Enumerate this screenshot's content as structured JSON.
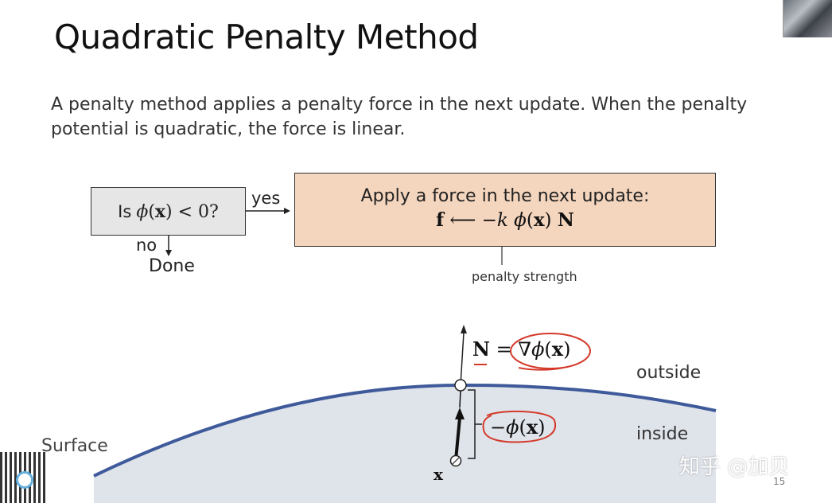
{
  "slide": {
    "title": "Quadratic Penalty Method",
    "intro_line1": "A penalty method applies a penalty force in the next update.  When the penalty",
    "intro_line2": "potential is quadratic, the force is linear.",
    "page_number": "15"
  },
  "flow": {
    "check_prefix": "Is ",
    "check_phi": "ϕ",
    "check_paren_open": "(",
    "check_x": "x",
    "check_rest": ") < 0?",
    "yes_label": "yes",
    "no_label": "no",
    "done_label": "Done",
    "action_title": "Apply a force in the next update:",
    "formula_f": "f",
    "formula_arrow": " ⟵ −",
    "formula_k": "k",
    "formula_phi": " ϕ",
    "formula_paren_open": "(",
    "formula_x": "x",
    "formula_paren_close": ") ",
    "formula_N": "N",
    "penalty_label": "penalty strength"
  },
  "diagram": {
    "normal_N": "N",
    "normal_eq": " = ∇",
    "normal_phi": "ϕ",
    "normal_paren_open": "(",
    "normal_x": "x",
    "normal_paren_close": ")",
    "neg_minus": "−",
    "neg_phi": "ϕ",
    "neg_paren_open": "(",
    "neg_x": "x",
    "neg_paren_close": ")",
    "point_label": "x",
    "outside_label": "outside",
    "inside_label": "inside",
    "surface_label": "Surface"
  },
  "overlay": {
    "watermark": "知乎 @加贝"
  },
  "colors": {
    "action_box": "#f4d5bd",
    "check_box": "#e6e6e6",
    "surface_line": "#3f5a9a",
    "inside_fill": "#dfe3ea",
    "annotation_red": "#d43a2a"
  }
}
